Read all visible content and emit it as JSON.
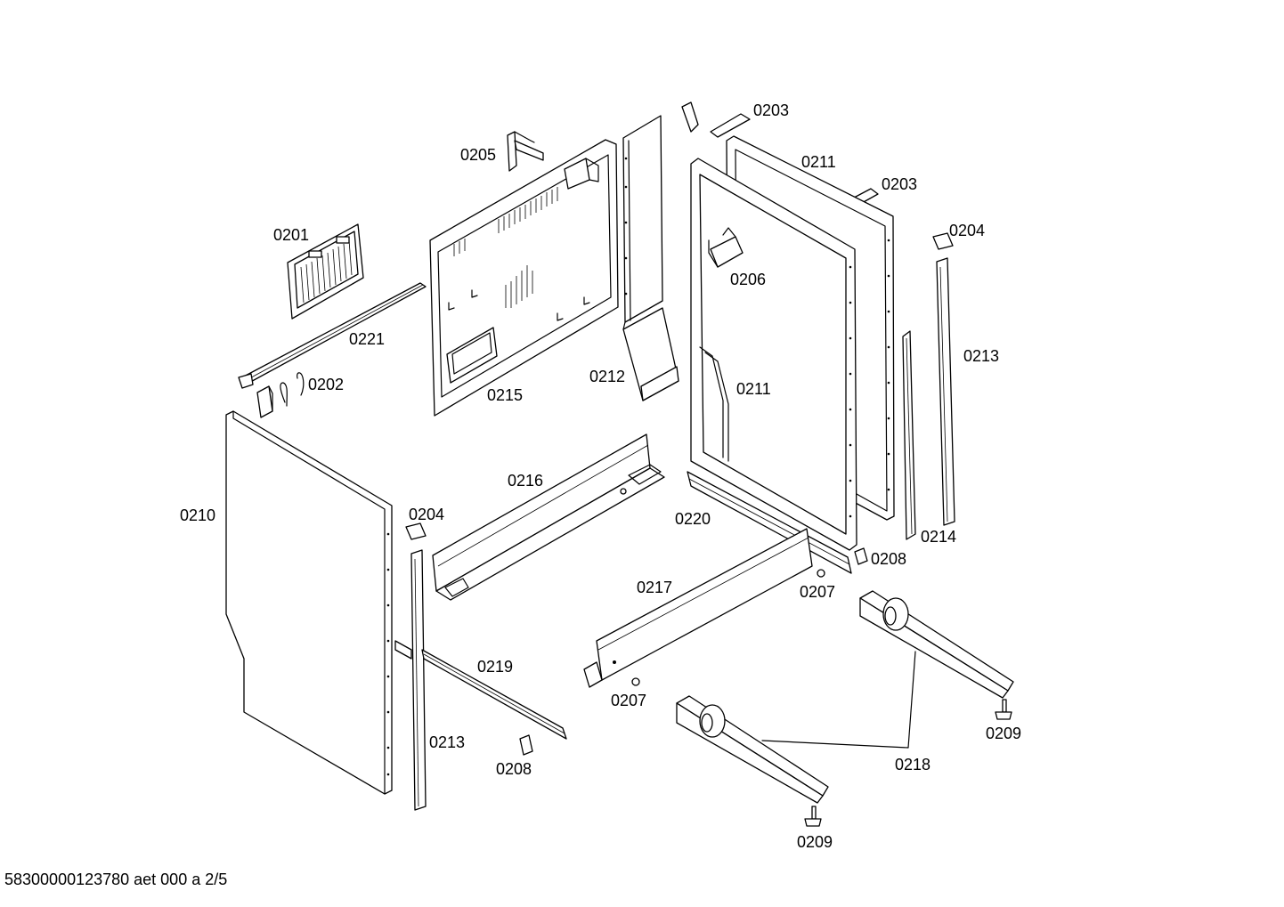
{
  "diagram": {
    "footer": "58300000123780 aet 000 a 2/5",
    "labels": {
      "l0201": "0201",
      "l0202": "0202",
      "l0203a": "0203",
      "l0203b": "0203",
      "l0204a": "0204",
      "l0204b": "0204",
      "l0205": "0205",
      "l0206": "0206",
      "l0207a": "0207",
      "l0207b": "0207",
      "l0208a": "0208",
      "l0208b": "0208",
      "l0209a": "0209",
      "l0209b": "0209",
      "l0210": "0210",
      "l0211a": "0211",
      "l0211b": "0211",
      "l0212": "0212",
      "l0213a": "0213",
      "l0213b": "0213",
      "l0214": "0214",
      "l0215": "0215",
      "l0216": "0216",
      "l0217": "0217",
      "l0218": "0218",
      "l0219": "0219",
      "l0220": "0220",
      "l0221": "0221"
    }
  }
}
